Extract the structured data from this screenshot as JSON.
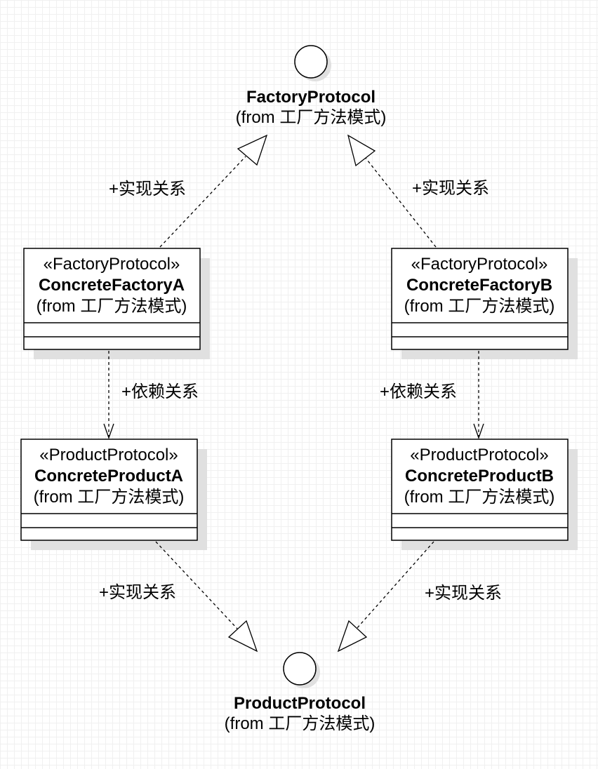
{
  "interfaces": {
    "factory": {
      "name": "FactoryProtocol",
      "from": "(from 工厂方法模式)"
    },
    "product": {
      "name": "ProductProtocol",
      "from": "(from 工厂方法模式)"
    }
  },
  "classes": {
    "factory_a": {
      "stereotype": "«FactoryProtocol»",
      "name": "ConcreteFactoryA",
      "from": "(from 工厂方法模式)"
    },
    "factory_b": {
      "stereotype": "«FactoryProtocol»",
      "name": "ConcreteFactoryB",
      "from": "(from 工厂方法模式)"
    },
    "product_a": {
      "stereotype": "«ProductProtocol»",
      "name": "ConcreteProductA",
      "from": "(from 工厂方法模式)"
    },
    "product_b": {
      "stereotype": "«ProductProtocol»",
      "name": "ConcreteProductB",
      "from": "(from 工厂方法模式)"
    }
  },
  "relations": {
    "realize_factory_a": "+实现关系",
    "realize_factory_b": "+实现关系",
    "depend_a": "+依赖关系",
    "depend_b": "+依赖关系",
    "realize_product_a": "+实现关系",
    "realize_product_b": "+实现关系"
  }
}
